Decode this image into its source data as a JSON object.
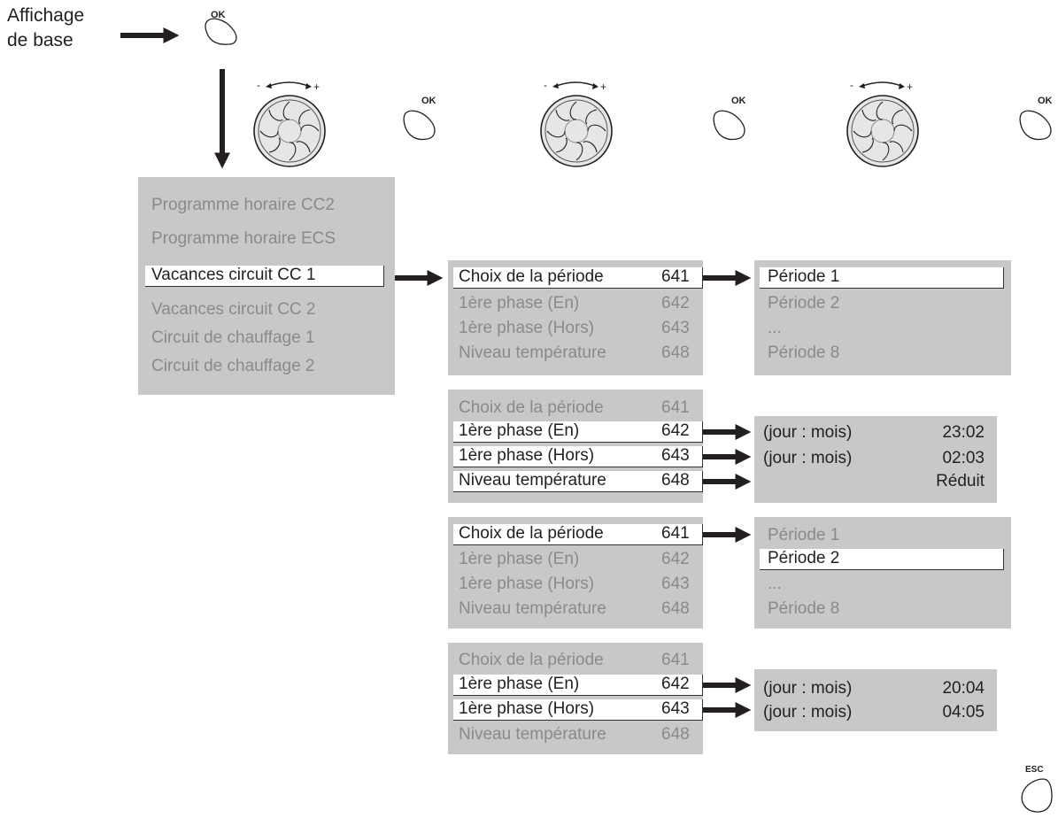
{
  "start_label": [
    "Affichage",
    "de base"
  ],
  "buttons": {
    "ok": "OK",
    "esc": "ESC",
    "knob_minus": "-",
    "knob_plus": "+"
  },
  "main_menu": {
    "items": [
      {
        "label": "Programme horaire CC2",
        "state": "dim"
      },
      {
        "label": "Programme horaire ECS",
        "state": "dim"
      },
      {
        "label": "Vacances circuit CC 1",
        "state": "selected"
      },
      {
        "label": "Vacances circuit CC 2",
        "state": "dim"
      },
      {
        "label": "Circuit de chauffage 1",
        "state": "dim"
      },
      {
        "label": "Circuit de chauffage 2",
        "state": "dim"
      }
    ]
  },
  "submenus": [
    {
      "items": [
        {
          "label": "Choix de la période",
          "num": "641",
          "state": "selected"
        },
        {
          "label": "1ère phase (En)",
          "num": "642",
          "state": "dim"
        },
        {
          "label": "1ère phase (Hors)",
          "num": "643",
          "state": "dim"
        },
        {
          "label": "Niveau température",
          "num": "648",
          "state": "dim"
        }
      ]
    },
    {
      "items": [
        {
          "label": "Choix de la période",
          "num": "641",
          "state": "dim"
        },
        {
          "label": "1ère phase (En)",
          "num": "642",
          "state": "selected"
        },
        {
          "label": "1ère phase (Hors)",
          "num": "643",
          "state": "selected"
        },
        {
          "label": "Niveau température",
          "num": "648",
          "state": "selected"
        }
      ]
    },
    {
      "items": [
        {
          "label": "Choix de la période",
          "num": "641",
          "state": "selected"
        },
        {
          "label": "1ère phase (En)",
          "num": "642",
          "state": "dim"
        },
        {
          "label": "1ère phase (Hors)",
          "num": "643",
          "state": "dim"
        },
        {
          "label": "Niveau température",
          "num": "648",
          "state": "dim"
        }
      ]
    },
    {
      "items": [
        {
          "label": "Choix de la période",
          "num": "641",
          "state": "dim"
        },
        {
          "label": "1ère phase (En)",
          "num": "642",
          "state": "selected"
        },
        {
          "label": "1ère phase (Hors)",
          "num": "643",
          "state": "selected"
        },
        {
          "label": "Niveau température",
          "num": "648",
          "state": "dim"
        }
      ]
    }
  ],
  "result_panels": [
    {
      "type": "list",
      "items": [
        {
          "label": "Période 1",
          "state": "selected"
        },
        {
          "label": "Période 2",
          "state": "dim"
        },
        {
          "label": "...",
          "state": "dim"
        },
        {
          "label": "Période 8",
          "state": "dim"
        }
      ]
    },
    {
      "type": "values",
      "rows": [
        {
          "label": "(jour : mois)",
          "value": "23:02"
        },
        {
          "label": "(jour : mois)",
          "value": "02:03"
        },
        {
          "label": "",
          "value": "Réduit"
        }
      ]
    },
    {
      "type": "list",
      "items": [
        {
          "label": "Période 1",
          "state": "dim"
        },
        {
          "label": "Période 2",
          "state": "selected"
        },
        {
          "label": "...",
          "state": "dim"
        },
        {
          "label": "Période 8",
          "state": "dim"
        }
      ]
    },
    {
      "type": "values",
      "rows": [
        {
          "label": "(jour : mois)",
          "value": "20:04"
        },
        {
          "label": "(jour : mois)",
          "value": "04:05"
        }
      ]
    }
  ],
  "colors": {
    "panel": "#c8c8c8",
    "dim_text": "#8a8a8a",
    "text": "#231f20",
    "selection": "#ffffff"
  }
}
